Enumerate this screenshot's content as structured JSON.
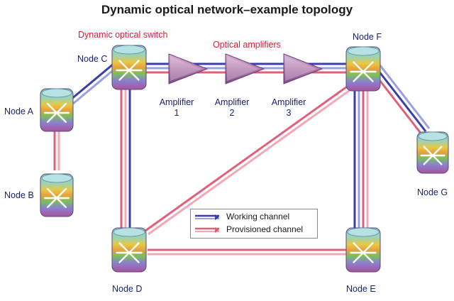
{
  "title": "Dynamic optical network–example topology",
  "callouts": {
    "switch": "Dynamic optical switch",
    "amplifiers": "Optical amplifiers"
  },
  "nodes": {
    "a": "Node A",
    "b": "Node B",
    "c": "Node C",
    "d": "Node D",
    "e": "Node E",
    "f": "Node F",
    "g": "Node G"
  },
  "amplifiers": [
    {
      "name": "Amplifier",
      "num": "1"
    },
    {
      "name": "Amplifier",
      "num": "2"
    },
    {
      "name": "Amplifier",
      "num": "3"
    }
  ],
  "legend": {
    "working": "Working channel",
    "provisioned": "Provisioned channel"
  },
  "colors": {
    "working": "#3b3fa8",
    "provisioned": "#e0607a",
    "callout": "#d4213a",
    "label": "#1a1f6e"
  }
}
